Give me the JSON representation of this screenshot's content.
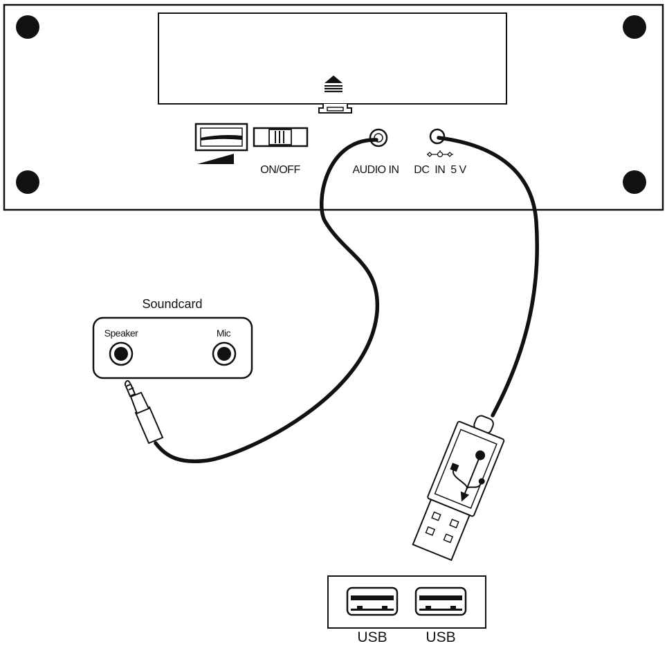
{
  "device_panel": {
    "audio_in_label": "AUDIO IN",
    "dc_in_label": "DC  IN  5 V",
    "power_switch_label": "ON/OFF"
  },
  "soundcard": {
    "title": "Soundcard",
    "speaker_label": "Speaker",
    "mic_label": "Mic"
  },
  "usb_ports": {
    "port1_label": "USB",
    "port2_label": "USB"
  },
  "icons": {
    "eject": "eject-icon",
    "volume": "volume-ramp-icon",
    "dc_polarity": "dc-polarity-icon",
    "usb_trident": "usb-trident-icon"
  },
  "colors": {
    "line": "#111111",
    "background": "#ffffff"
  }
}
